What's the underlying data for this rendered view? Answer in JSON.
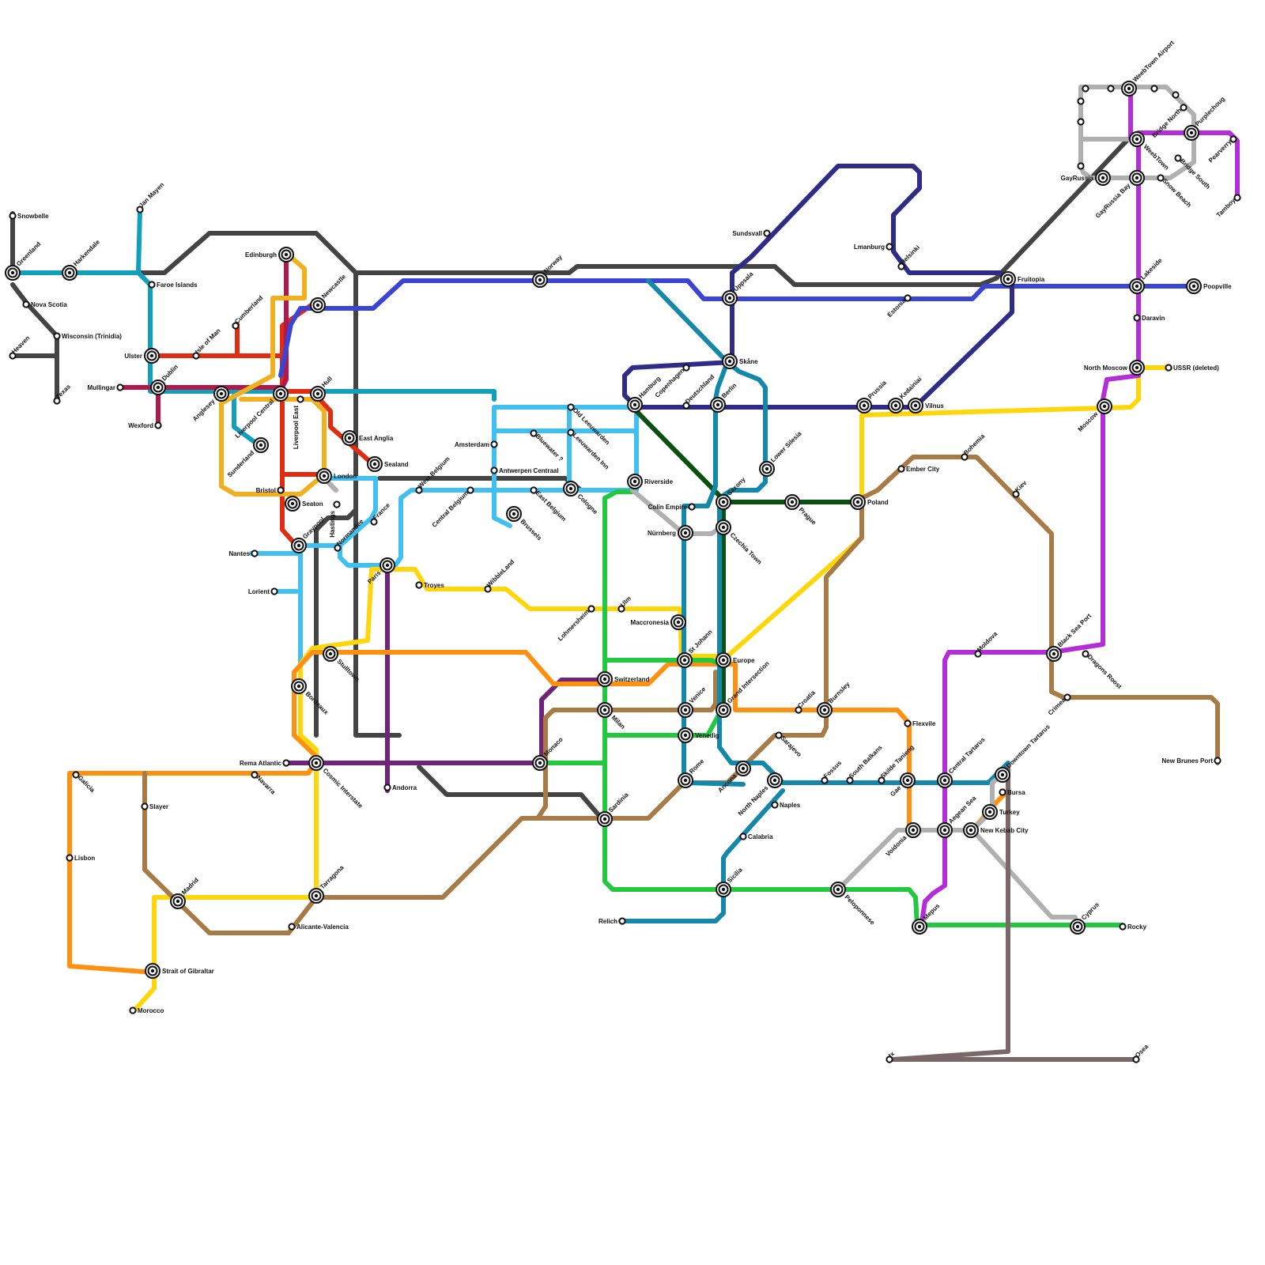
{
  "map": {
    "colors": {
      "dark": "#444444",
      "teal": "#10a0bc",
      "red": "#e02c10",
      "crimson": "#b0194a",
      "amber": "#f0b020",
      "blue": "#3a45d6",
      "navy": "#302a88",
      "sky": "#40c0f0",
      "purple": "#6e2478",
      "yellow": "#ffd60a",
      "orange": "#ff9010",
      "brown": "#a87a46",
      "green": "#22c840",
      "darkgreen": "#0a5010",
      "ocean": "#1488aa",
      "gray": "#b0b0b0",
      "violet": "#b42ed8",
      "taupe": "#7a6868"
    },
    "stations": [
      {
        "name": "Snowbelle"
      },
      {
        "name": "Greenland"
      },
      {
        "name": "Harkendale"
      },
      {
        "name": "Jan Mayen"
      },
      {
        "name": "Faroe Islands"
      },
      {
        "name": "Nova Scotia"
      },
      {
        "name": "Wisconsin (Trinidia)"
      },
      {
        "name": "Heaven"
      },
      {
        "name": "Texas"
      },
      {
        "name": "Ulster"
      },
      {
        "name": "Isle of Man"
      },
      {
        "name": "Cumberland"
      },
      {
        "name": "Mullingar"
      },
      {
        "name": "Dublin"
      },
      {
        "name": "Wexford"
      },
      {
        "name": "Anglesey"
      },
      {
        "name": "Liverpool Central"
      },
      {
        "name": "Liverpool East"
      },
      {
        "name": "Hull"
      },
      {
        "name": "Sunderland"
      },
      {
        "name": "Edinburgh"
      },
      {
        "name": "Newcastle"
      },
      {
        "name": "East Anglia"
      },
      {
        "name": "Sealand"
      },
      {
        "name": "London"
      },
      {
        "name": "Bristol"
      },
      {
        "name": "Seaton"
      },
      {
        "name": "Hastings"
      },
      {
        "name": "Graypool"
      },
      {
        "name": "Normandee"
      },
      {
        "name": "France"
      },
      {
        "name": "Nantes"
      },
      {
        "name": "Lorient"
      },
      {
        "name": "Paris"
      },
      {
        "name": "Troyes"
      },
      {
        "name": "West Belgium"
      },
      {
        "name": "Central Belgium"
      },
      {
        "name": "Amsterdam"
      },
      {
        "name": "Antwerpen Centraal"
      },
      {
        "name": "Brussels"
      },
      {
        "name": "Bluewater ?"
      },
      {
        "name": "East Belgium"
      },
      {
        "name": "Old Leeuwarden"
      },
      {
        "name": "Leeuwarden Inn"
      },
      {
        "name": "Cologne"
      },
      {
        "name": "WibbleLand"
      },
      {
        "name": "Norway"
      },
      {
        "name": "Stulltown"
      },
      {
        "name": "Bordeaux"
      },
      {
        "name": "Rema Atlantic"
      },
      {
        "name": "Cosmic Interstate"
      },
      {
        "name": "Andorra"
      },
      {
        "name": "Galicia"
      },
      {
        "name": "Navarra"
      },
      {
        "name": "Slayer"
      },
      {
        "name": "Lisbon"
      },
      {
        "name": "Madrid"
      },
      {
        "name": "Tarragona"
      },
      {
        "name": "Alicante-Valencia"
      },
      {
        "name": "Strait of Gibraltar"
      },
      {
        "name": "Morocco"
      },
      {
        "name": "Lohmersheim"
      },
      {
        "name": "Ulm"
      },
      {
        "name": "Maccronesia"
      },
      {
        "name": "St Johann"
      },
      {
        "name": "Switzerland"
      },
      {
        "name": "Milan"
      },
      {
        "name": "Monaco"
      },
      {
        "name": "Sardinia"
      },
      {
        "name": "Venice"
      },
      {
        "name": "Venedig"
      },
      {
        "name": "Rome"
      },
      {
        "name": "Hamburg"
      },
      {
        "name": "Riverside"
      },
      {
        "name": "Copenhagen"
      },
      {
        "name": "Deutschland"
      },
      {
        "name": "Berlin"
      },
      {
        "name": "Skåne"
      },
      {
        "name": "Uppsala"
      },
      {
        "name": "Sundsvall"
      },
      {
        "name": "Colin Empire"
      },
      {
        "name": "Nürnberg"
      },
      {
        "name": "Saxony"
      },
      {
        "name": "Czechia Town"
      },
      {
        "name": "Lower Silesia"
      },
      {
        "name": "Prague"
      },
      {
        "name": "Poland"
      },
      {
        "name": "Europe"
      },
      {
        "name": "Grand Intersection"
      },
      {
        "name": "Croatia"
      },
      {
        "name": "Burnsley"
      },
      {
        "name": "Sarajevo"
      },
      {
        "name": "Ancona"
      },
      {
        "name": "North Naples"
      },
      {
        "name": "Naples"
      },
      {
        "name": "Calabria"
      },
      {
        "name": "Sicilia"
      },
      {
        "name": "Relich"
      },
      {
        "name": "Fossus"
      },
      {
        "name": "South Balkans"
      },
      {
        "name": "Skilde Tanieng"
      },
      {
        "name": "Gae"
      },
      {
        "name": "Flexvile"
      },
      {
        "name": "Voidonia"
      },
      {
        "name": "Peloponnese"
      },
      {
        "name": "Lmanburg"
      },
      {
        "name": "Helsinki"
      },
      {
        "name": "Estonia"
      },
      {
        "name": "Fruitopia"
      },
      {
        "name": "Prussia"
      },
      {
        "name": "Kedainiai"
      },
      {
        "name": "Vilnus"
      },
      {
        "name": "Ember City"
      },
      {
        "name": "Bohemia"
      },
      {
        "name": "Kiev"
      },
      {
        "name": "Black Sea Port"
      },
      {
        "name": "Moldova"
      },
      {
        "name": "Dragons Roost"
      },
      {
        "name": "Crimea"
      },
      {
        "name": "New Brunes Port"
      },
      {
        "name": "Central Tartarus"
      },
      {
        "name": "Downtown Tartarus"
      },
      {
        "name": "Bursa"
      },
      {
        "name": "Turkey"
      },
      {
        "name": "Aegean Sea"
      },
      {
        "name": "New Kebab City"
      },
      {
        "name": "Mepus"
      },
      {
        "name": "Cyprus"
      },
      {
        "name": "Rocky"
      },
      {
        "name": "Ix"
      },
      {
        "name": "Osea"
      },
      {
        "name": "WeebTown Airport"
      },
      {
        "name": "Purplechoug"
      },
      {
        "name": "Bridge North"
      },
      {
        "name": "Pearverry"
      },
      {
        "name": "Tamboy"
      },
      {
        "name": "WeebTown"
      },
      {
        "name": "Bridge South"
      },
      {
        "name": "Snow Beach"
      },
      {
        "name": "GayRussia"
      },
      {
        "name": "GayRussia Bay"
      },
      {
        "name": "Lakeside"
      },
      {
        "name": "Poopville"
      },
      {
        "name": "Daravin"
      },
      {
        "name": "North Moscow"
      },
      {
        "name": "USSR (deleted)"
      },
      {
        "name": "Moscow"
      }
    ]
  }
}
